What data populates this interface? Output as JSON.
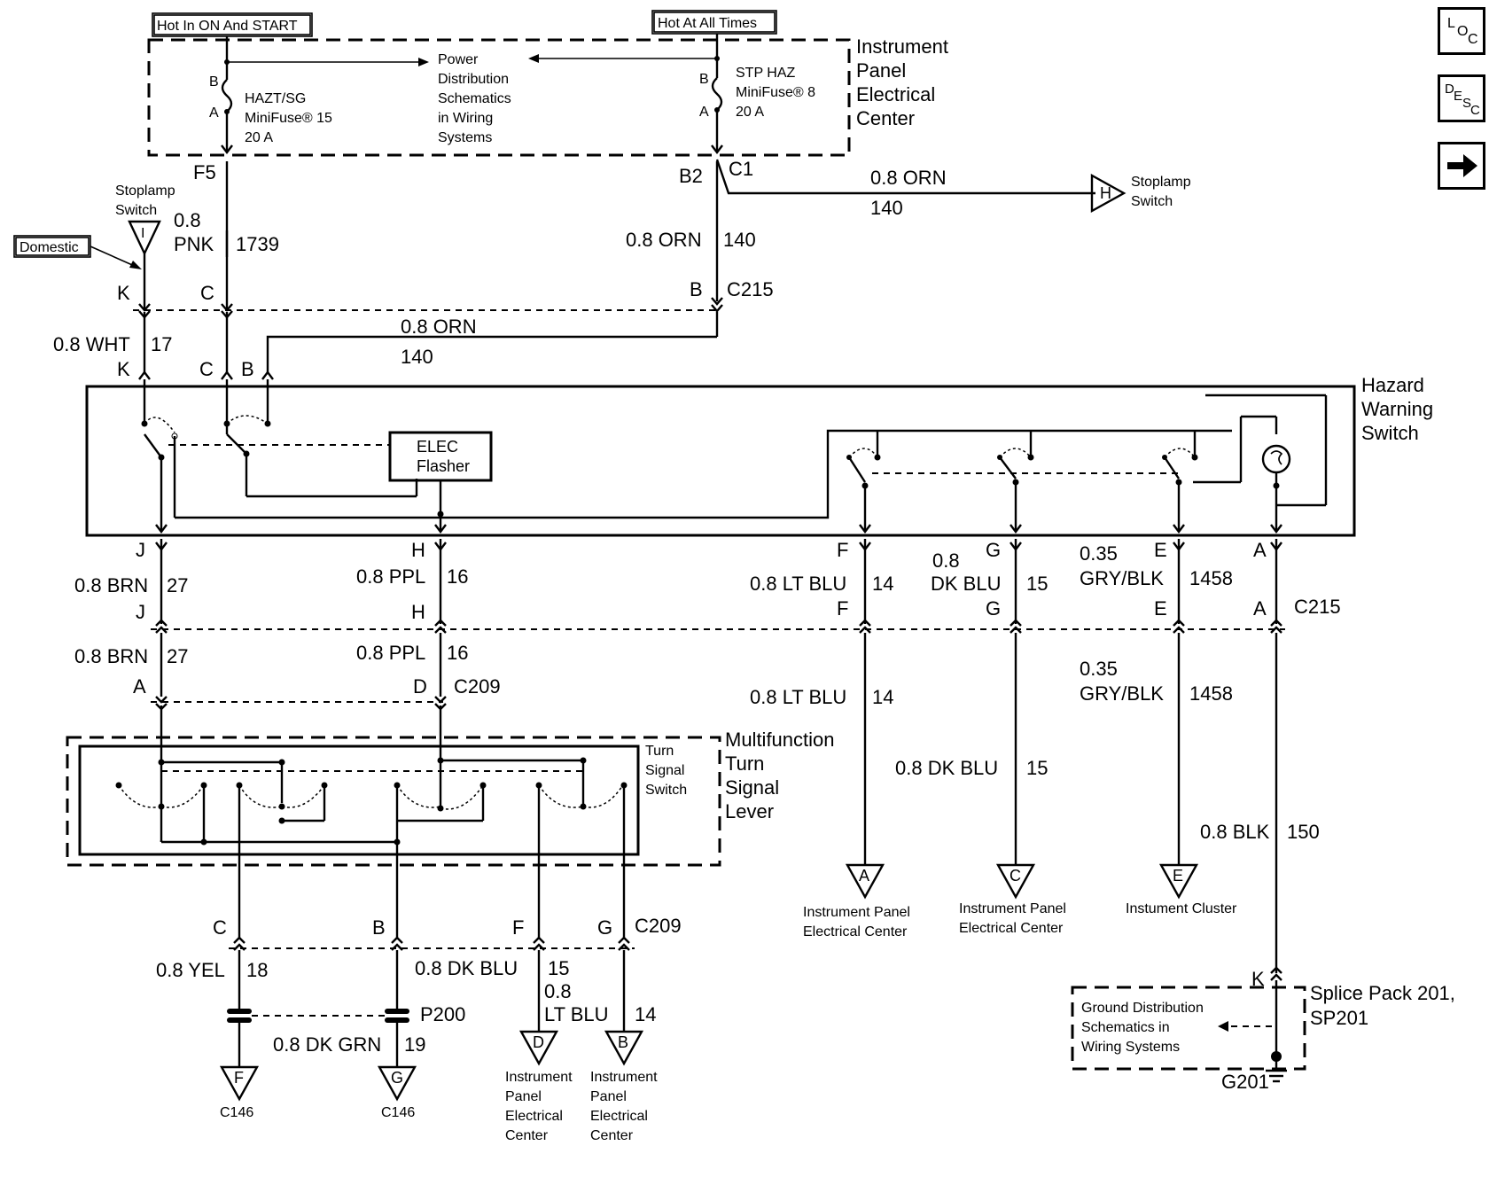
{
  "nav": {
    "loc": {
      "l": "L",
      "o": "O",
      "c": "C"
    },
    "desc": {
      "d": "D",
      "e": "E",
      "s": "S",
      "c": "C"
    }
  },
  "tags": {
    "hot_run_start": "Hot In ON And START",
    "hot_all_times": "Hot At All Times",
    "domestic": "Domestic"
  },
  "fuse_center": {
    "title": [
      "Instrument",
      "Panel",
      "Electrical",
      "Center"
    ],
    "left_fuse": [
      "HAZT/SG",
      "MiniFuse® 15",
      "20 A"
    ],
    "right_fuse": [
      "STP HAZ",
      "MiniFuse® 8",
      "20 A"
    ],
    "power_note": [
      "Power",
      "Distribution",
      "Schematics",
      "in Wiring",
      "Systems"
    ],
    "pins": {
      "b": "B",
      "a": "A",
      "f5": "F5",
      "b2": "B2",
      "c1": "C1"
    }
  },
  "stoplamp": {
    "left_label": [
      "Stoplamp",
      "Switch"
    ],
    "left_conn": "I",
    "right_label": [
      "Stoplamp",
      "Switch"
    ],
    "right_conn": "H",
    "wire_color": "0.8 ORN",
    "wire_circuit": "140"
  },
  "upper_wires": {
    "pnk_color": [
      "0.8",
      "PNK"
    ],
    "pnk_circuit": "1739",
    "orn_color": "0.8 ORN",
    "orn_circuit": "140",
    "c215": "C215",
    "pin_k": "K",
    "pin_c": "C",
    "pin_b": "B",
    "wht_color": "0.8 WHT",
    "wht_circuit": "17",
    "orn2_color": "0.8 ORN",
    "orn2_circuit": "140"
  },
  "hazard_switch": {
    "title": [
      "Hazard",
      "Warning",
      "Switch"
    ],
    "flasher": [
      "ELEC",
      "Flasher"
    ]
  },
  "mid_wires": {
    "pins": {
      "j": "J",
      "h": "H",
      "f": "F",
      "g": "G",
      "e": "E",
      "a": "A",
      "d": "D"
    },
    "brn": "0.8 BRN",
    "brn_c": "27",
    "ppl": "0.8 PPL",
    "ppl_c": "16",
    "ltblu": "0.8 LT BLU",
    "ltblu_c": "14",
    "dkblu": [
      "0.8",
      "DK BLU"
    ],
    "dkblu_c": "15",
    "gry": [
      "0.35",
      "GRY/BLK"
    ],
    "gry_c": "1458",
    "c215": "C215",
    "c209": "C209",
    "ltblu2": "0.8 LT BLU",
    "ltblu2_c": "14",
    "gry2": [
      "0.35",
      "GRY/BLK"
    ],
    "gry2_c": "1458",
    "dkblu2": "0.8 DK BLU",
    "dkblu2_c": "15",
    "blk": "0.8 BLK",
    "blk_c": "150"
  },
  "multifunction": {
    "title": [
      "Multifunction",
      "Turn",
      "Signal",
      "Lever"
    ],
    "switch_label": [
      "Turn",
      "Signal",
      "Switch"
    ]
  },
  "lower": {
    "pins": {
      "c": "C",
      "b": "B",
      "f": "F",
      "g": "G"
    },
    "c209": "C209",
    "yel": "0.8 YEL",
    "yel_c": "18",
    "dkblu": "0.8  DK BLU",
    "dkblu_c": "15",
    "ltblu": [
      "0.8",
      "LT BLU"
    ],
    "ltblu_c": "14",
    "p200": "P200",
    "dkgrn": "0.8 DK GRN",
    "dkgrn_c": "19",
    "conn_f": "F",
    "conn_g": "G",
    "c146": "C146",
    "conn_d": "D",
    "conn_b": "B",
    "ipec_d": [
      "Instrument",
      "Panel",
      "Electrical",
      "Center"
    ],
    "ipec_b": [
      "Instrument",
      "Panel",
      "Electrical",
      "Center"
    ]
  },
  "right_dests": {
    "a": {
      "letter": "A",
      "label": [
        "Instrument Panel",
        "Electrical Center"
      ]
    },
    "c": {
      "letter": "C",
      "label": [
        "Instrument Panel",
        "Electrical Center"
      ]
    },
    "e": {
      "letter": "E",
      "label": [
        "Instument Cluster"
      ]
    }
  },
  "splice": {
    "pin_k": "K",
    "title": [
      "Splice Pack 201,",
      "SP201"
    ],
    "ground_note": [
      "Ground Distribution",
      "Schematics in",
      "Wiring Systems"
    ],
    "ground": "G201"
  }
}
